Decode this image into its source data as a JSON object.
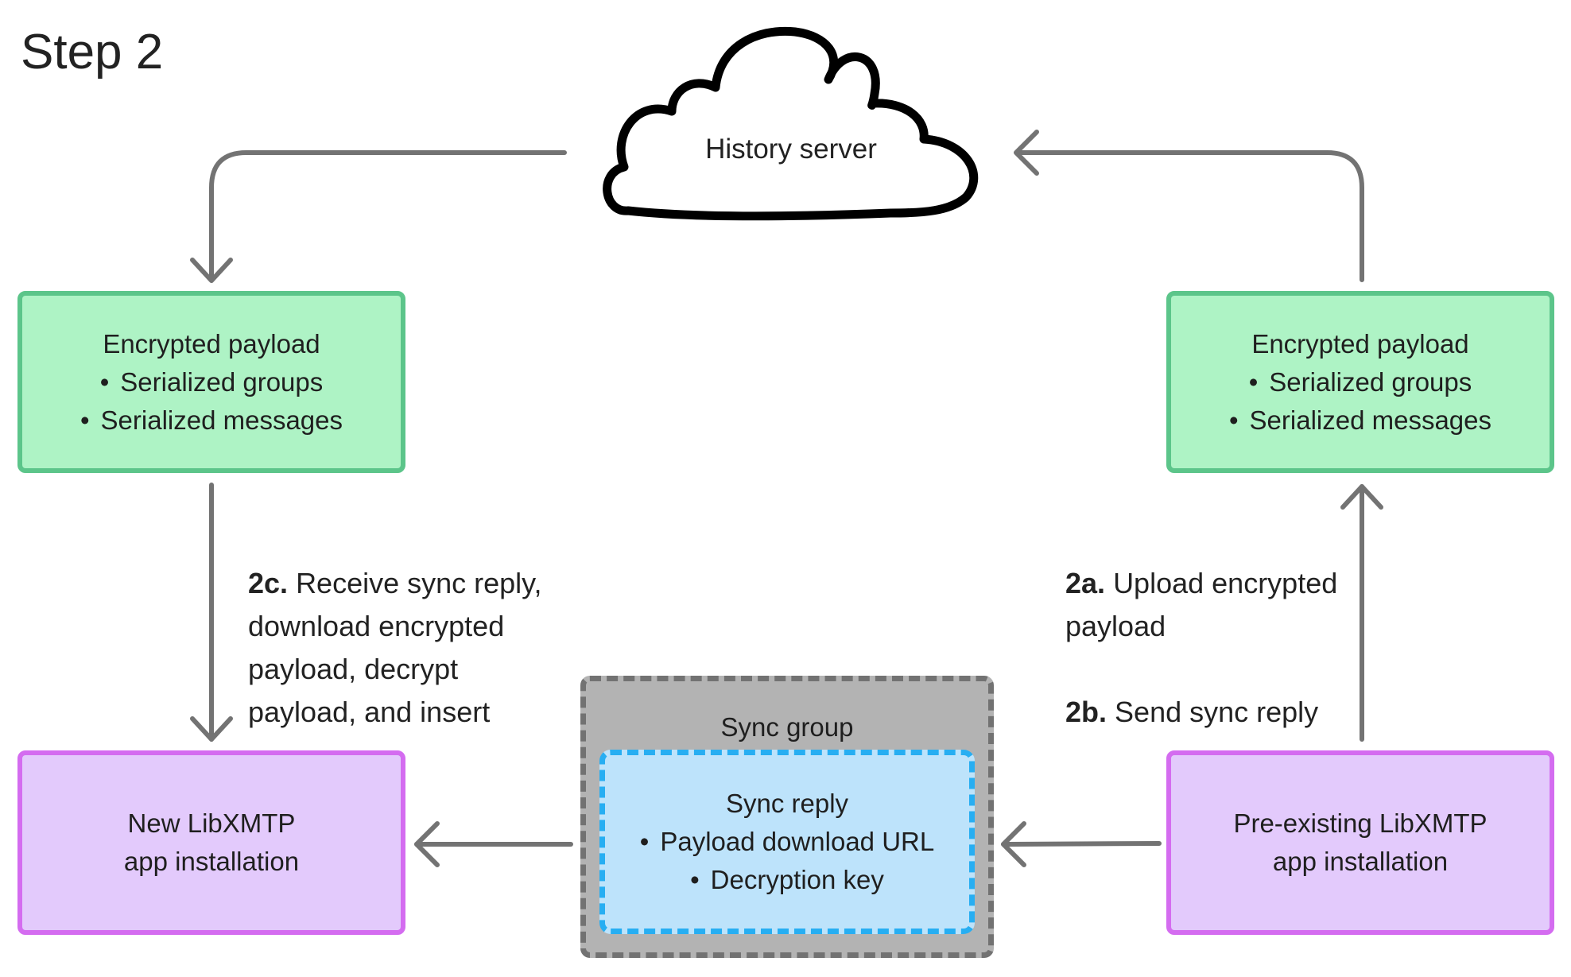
{
  "title": "Step 2",
  "cloud": {
    "label": "History server"
  },
  "left_payload": {
    "title": "Encrypted payload",
    "items": [
      "Serialized groups",
      "Serialized messages"
    ]
  },
  "right_payload": {
    "title": "Encrypted payload",
    "items": [
      "Serialized groups",
      "Serialized messages"
    ]
  },
  "new_install": {
    "line1": "New LibXMTP",
    "line2": "app installation"
  },
  "existing_install": {
    "line1": "Pre-existing LibXMTP",
    "line2": "app installation"
  },
  "sync_group": {
    "label": "Sync group",
    "reply_title": "Sync reply",
    "items": [
      "Payload download URL",
      "Decryption key"
    ]
  },
  "steps": {
    "s2a": {
      "tag": "2a.",
      "text": "Upload encrypted",
      "text2": "payload"
    },
    "s2b": {
      "tag": "2b.",
      "text": "Send sync reply"
    },
    "s2c": {
      "tag": "2c.",
      "text": "Receive sync reply,",
      "lines": [
        "download encrypted",
        "payload, decrypt",
        "payload, and insert"
      ]
    }
  },
  "colors": {
    "payload_fill": "#aef3c5",
    "payload_border": "#5cc58a",
    "install_fill": "#e3cafc",
    "install_border": "#d46cf0",
    "group_fill": "#b3b3b3",
    "reply_fill": "#bde3fb",
    "reply_border": "#27aef2",
    "arrow": "#737373"
  }
}
